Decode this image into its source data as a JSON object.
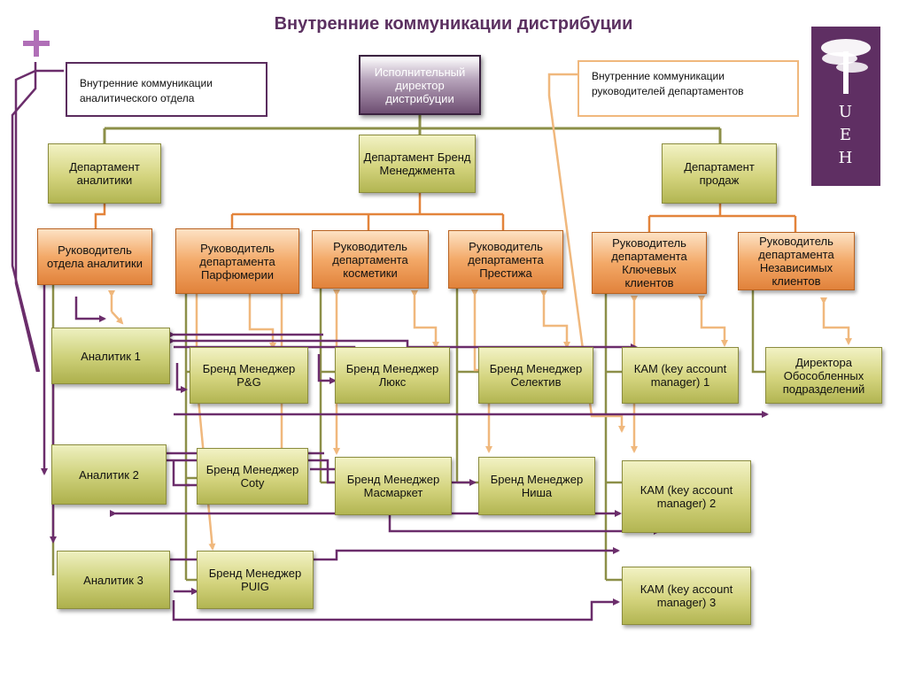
{
  "title": "Внутренние коммуникации дистрибуции",
  "legend": {
    "analytics": "Внутренние коммуникации аналитического отдела",
    "heads": "Внутренние коммуникации руководителей департаментов"
  },
  "logo": {
    "letters": "U\nE\nH",
    "icon": "tree-logo-icon"
  },
  "colors": {
    "purple_line": "#6b2d6b",
    "orange_line": "#f0b87d",
    "olive_line": "#8c8f48",
    "orange_tree": "#e3843b",
    "accent": "#5b3060"
  },
  "nodes": {
    "director": "Исполнительный директор дистрибуции",
    "dept_analytics": "Департамент аналитики",
    "dept_brand": "Департамент Бренд Менеджмента",
    "dept_sales": "Департамент продаж",
    "head_analytics": "Руководитель отдела аналитики",
    "head_perfume": "Руководитель департамента Парфюмерии",
    "head_cosmetics": "Руководитель департамента косметики",
    "head_prestige": "Руководитель департамента Престижа",
    "head_key": "Руководитель департамента Ключевых клиентов",
    "head_independent": "Руководитель департамента Независимых клиентов",
    "analyst1": "Аналитик 1",
    "analyst2": "Аналитик 2",
    "analyst3": "Аналитик 3",
    "bm_pg": "Бренд Менеджер P&G",
    "bm_coty": "Бренд Менеджер Coty",
    "bm_puig": "Бренд Менеджер PUIG",
    "bm_lux": "Бренд Менеджер Люкс",
    "bm_mass": "Бренд Менеджер Масмаркет",
    "bm_selective": "Бренд Менеджер Селектив",
    "bm_niche": "Бренд Менеджер Ниша",
    "kam1": "КАМ (key account manager) 1",
    "kam2": "КАМ (key account manager) 2",
    "kam3": "КАМ (key account manager) 3",
    "branch_directors": "Директора Обособленных подразделений"
  }
}
